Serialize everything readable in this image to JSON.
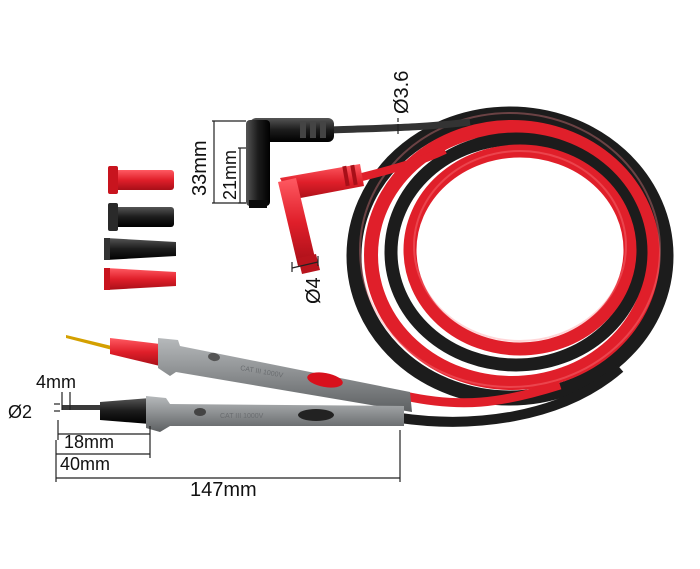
{
  "dimensions": {
    "diameter_top": "Ø3.6",
    "height_outer": "33mm",
    "height_inner": "21mm",
    "diameter_plug": "Ø4",
    "tip_length": "4mm",
    "tip_diameter": "Ø2",
    "shroud_length": "18mm",
    "probe_front_length": "40mm",
    "probe_total_length": "147mm"
  },
  "colors": {
    "red_lead": "#e01f2a",
    "red_dark": "#a80f18",
    "black_lead": "#1c1c1c",
    "probe_grey": "#8f9294",
    "probe_grey_dark": "#5d6062",
    "dimension_line": "#222222"
  },
  "accessories": [
    "red-sleeve",
    "black-sleeve",
    "black-cap",
    "red-cap"
  ]
}
